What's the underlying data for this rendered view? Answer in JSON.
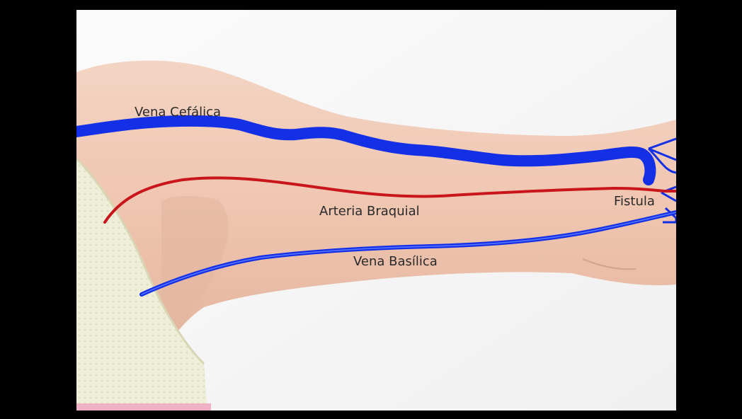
{
  "labels": {
    "cephalic_vein": "Vena Cefálica",
    "brachial_artery": "Arteria Braquial",
    "basilic_vein": "Vena Basílica",
    "fistula": "Fistula"
  },
  "colors": {
    "vein": "#1430e6",
    "artery": "#c8161c",
    "skin": "#f0c9b4",
    "frame": "#000000",
    "background": "#f7f7f7"
  }
}
